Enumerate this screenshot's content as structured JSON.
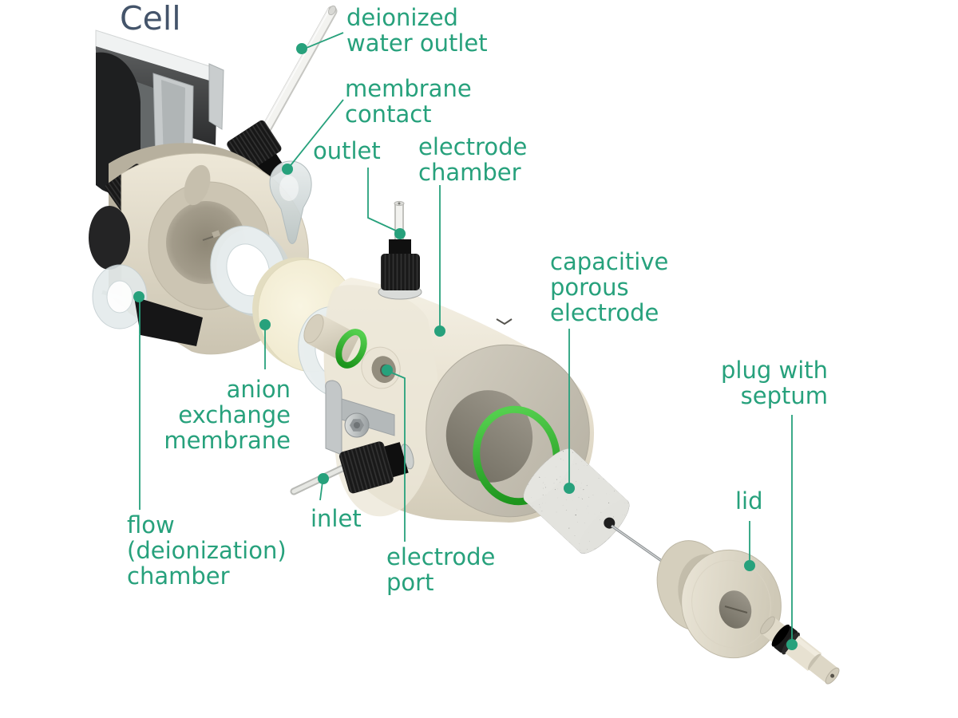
{
  "title": "Cell",
  "colors": {
    "label_teal": "#27a17c",
    "title_slate": "#44546a",
    "oring_green": "#2eb431",
    "body_beige": "#e3dccb",
    "porous_electrode_gray": "#474747",
    "fitting_black": "#191919",
    "background": "#ffffff"
  },
  "labels": {
    "deionized_water_outlet": "deionized\nwater outlet",
    "membrane_contact": "membrane\ncontact",
    "outlet": "outlet",
    "electrode_chamber": "electrode\nchamber",
    "capacitive_porous_electrode": "capacitive\nporous\nelectrode",
    "plug_with_septum": "plug with\nseptum",
    "anion_exchange_membrane": "anion\nexchange\nmembrane",
    "flow_deionization_chamber": "flow\n(deionization)\nchamber",
    "inlet": "inlet",
    "electrode_port": "electrode\nport",
    "lid": "lid"
  }
}
